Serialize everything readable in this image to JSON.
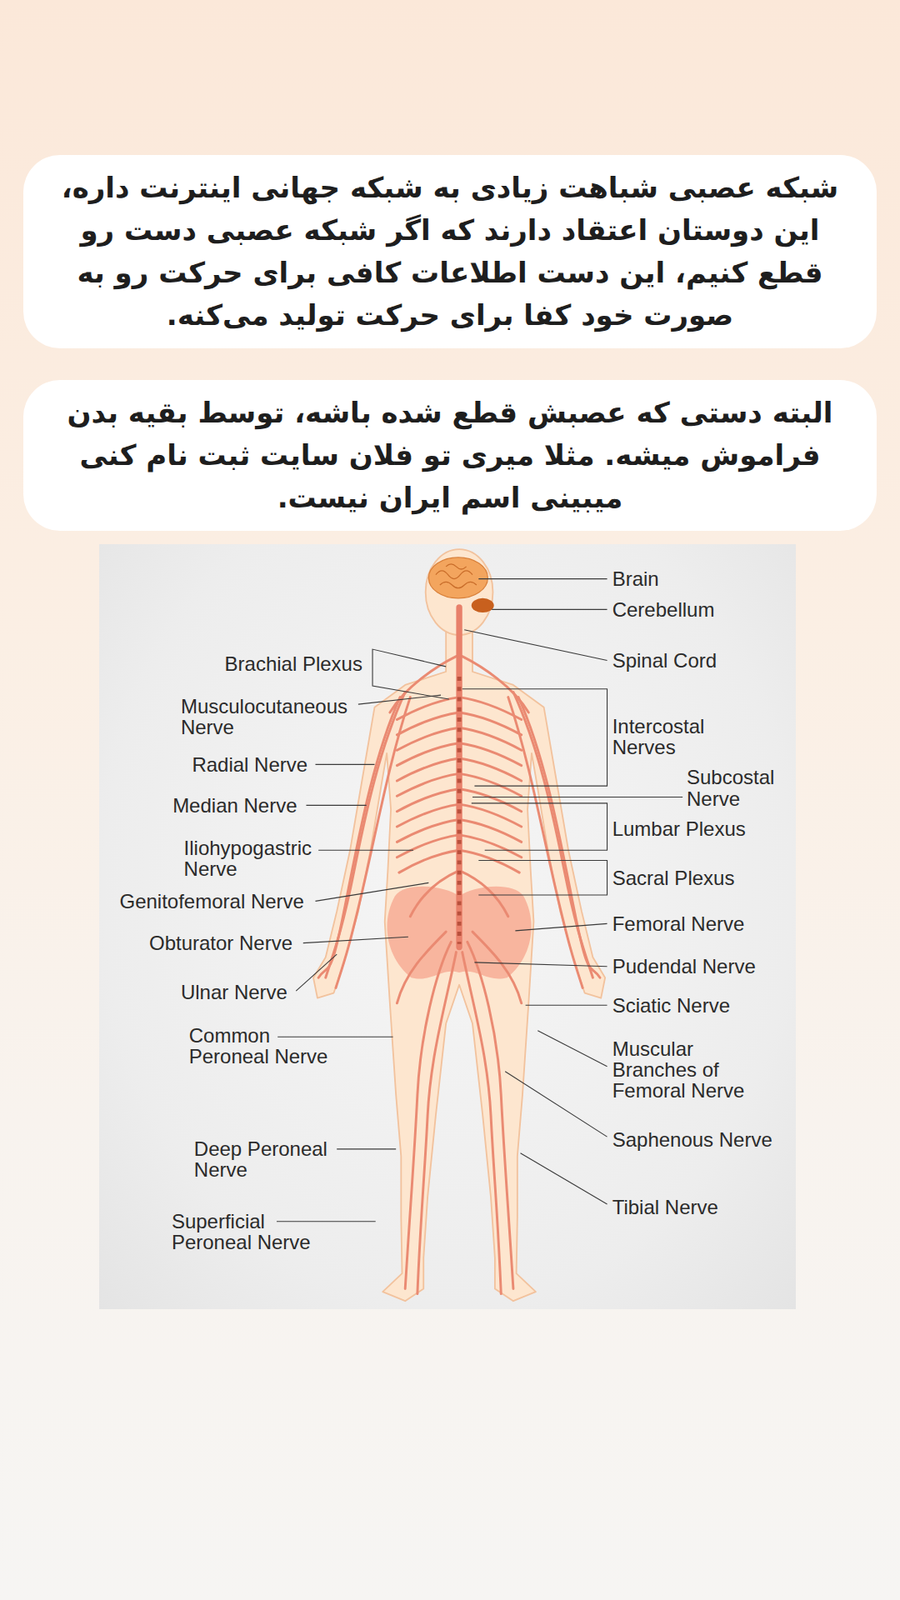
{
  "diagram": {
    "nodes": [
      {
        "text": [
          "شبکه عصبی شباهت زیادی به شبکه جهانی اینترنت داره، این دوستان اعتقاد دارند که اگر شبکه عصبی دست رو قطع کنیم، این دست اطلاعات کافی برای حرکت رو به صورت خود کفا برای حرکت تولید می‌کنه."
        ]
      },
      {
        "text": [
          "البته دستی که عصبش قطع شده باشه، توسط بقیه بدن فراموش میشه. مثلا میری تو فلان سایت ثبت نام کنی میبینی اسم ایران نیست."
        ]
      }
    ],
    "labels": [
      "Brain",
      "Cerebellum",
      "Spinal Cord",
      "Intercostal Nerves",
      "Subcostal Nerve",
      "Lumbar Plexus",
      "Sacral Plexus",
      "Femoral Nerve",
      "Pudendal Nerve",
      "Sciatic Nerve",
      "Muscular Branches of Femoral Nerve",
      "Saphenous Nerve",
      "Tibial Nerve",
      "Brachial Plexus",
      "Musculocutaneous Nerve",
      "Radial Nerve",
      "Median Nerve",
      "Iliohypogastric Nerve",
      "Genitofemoral Nerve",
      "Obturator Nerve",
      "Ulnar Nerve",
      "Common Peroneal Nerve",
      "Deep Peroneal Nerve",
      "Superficial Peroneal Nerve"
    ]
  }
}
